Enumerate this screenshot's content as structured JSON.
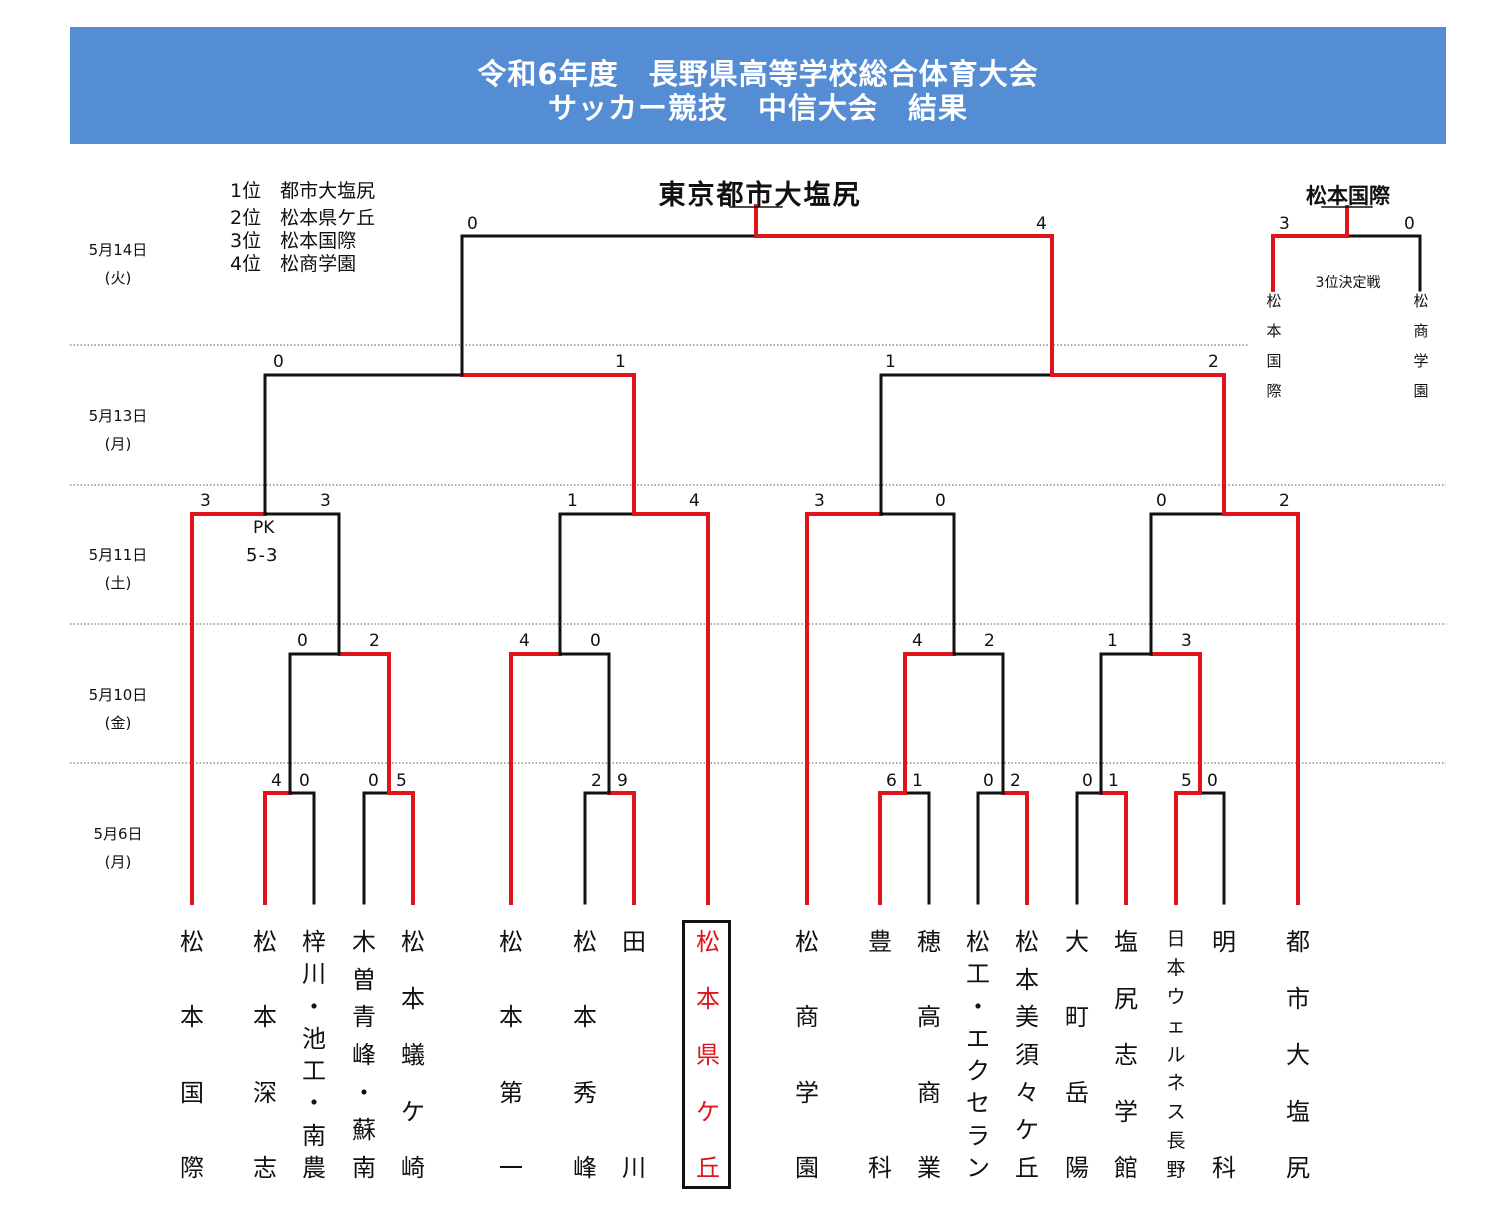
{
  "header": {
    "line1": "令和6年度　長野県高等学校総合体育大会",
    "line2": "サッカー競技　中信大会　結果",
    "bg_color": "#548dd4"
  },
  "rankings": [
    "1位　都市大塩尻",
    "2位　松本県ケ丘",
    "3位　松本国際",
    "4位　松商学園"
  ],
  "champion": "東京都市大塩尻",
  "third_place": {
    "winner_label": "松本国際",
    "title": "3位決定戦",
    "score_left": "3",
    "score_right": "0",
    "left_team": "松本国際",
    "right_team": "松商学園"
  },
  "dates": [
    {
      "date": "5月14日",
      "day": "(火)"
    },
    {
      "date": "5月13日",
      "day": "(月)"
    },
    {
      "date": "5月11日",
      "day": "(土)"
    },
    {
      "date": "5月10日",
      "day": "(金)"
    },
    {
      "date": "5月6日",
      "day": "(月)"
    }
  ],
  "pk": {
    "label": "PK",
    "score": "5-3"
  },
  "colors": {
    "win": "#e0141b",
    "lose": "#111111",
    "highlight": "#e0141b"
  },
  "scores": {
    "final": [
      "0",
      "4"
    ],
    "semi": [
      "0",
      "1",
      "1",
      "2"
    ],
    "qf": [
      "3",
      "3",
      "1",
      "4",
      "3",
      "0",
      "0",
      "2"
    ],
    "r3": [
      "0",
      "2",
      "4",
      "0",
      "4",
      "2",
      "1",
      "3"
    ],
    "r1": [
      "4",
      "0",
      "0",
      "5",
      "2",
      "9",
      "6",
      "1",
      "0",
      "2",
      "0",
      "1",
      "5",
      "0"
    ]
  },
  "teams": [
    "松本国際",
    "松本深志",
    "梓川・池工・南農",
    "木曽青峰・蘇南",
    "松本蟻ケ崎",
    "松本第一",
    "松本秀峰",
    "田川",
    "松本県ケ丘",
    "松商学園",
    "豊科",
    "穂高商業",
    "松工・エクセラン",
    "松本美須々ケ丘",
    "大町岳陽",
    "塩尻志学館",
    "日本ウェルネス長野",
    "明科",
    "都市大塩尻"
  ],
  "team_lines": [
    [
      "松",
      "本",
      "国",
      "際"
    ],
    [
      "松",
      "本",
      "深",
      "志"
    ],
    [
      "梓",
      "川",
      "・",
      "池",
      "工",
      "・",
      "南",
      "農"
    ],
    [
      "木",
      "曽",
      "青",
      "峰",
      "・",
      "蘇",
      "南"
    ],
    [
      "松",
      "本",
      "蟻",
      "ケ",
      "崎"
    ],
    [
      "松",
      "本",
      "第",
      "一"
    ],
    [
      "松",
      "本",
      "秀",
      "峰"
    ],
    [
      "田",
      "川"
    ],
    [
      "松",
      "本",
      "県",
      "ケ",
      "丘"
    ],
    [
      "松",
      "商",
      "学",
      "園"
    ],
    [
      "豊",
      "科"
    ],
    [
      "穂",
      "高",
      "商",
      "業"
    ],
    [
      "松",
      "工",
      "・",
      "エ",
      "ク",
      "セ",
      "ラ",
      "ン"
    ],
    [
      "松",
      "本",
      "美",
      "須",
      "々",
      "ケ",
      "丘"
    ],
    [
      "大",
      "町",
      "岳",
      "陽"
    ],
    [
      "塩",
      "尻",
      "志",
      "学",
      "館"
    ],
    [
      "日",
      "本",
      "ウ",
      "ェ",
      "ル",
      "ネ",
      "ス",
      "長",
      "野"
    ],
    [
      "明",
      "科"
    ],
    [
      "都",
      "市",
      "大",
      "塩",
      "尻"
    ]
  ]
}
